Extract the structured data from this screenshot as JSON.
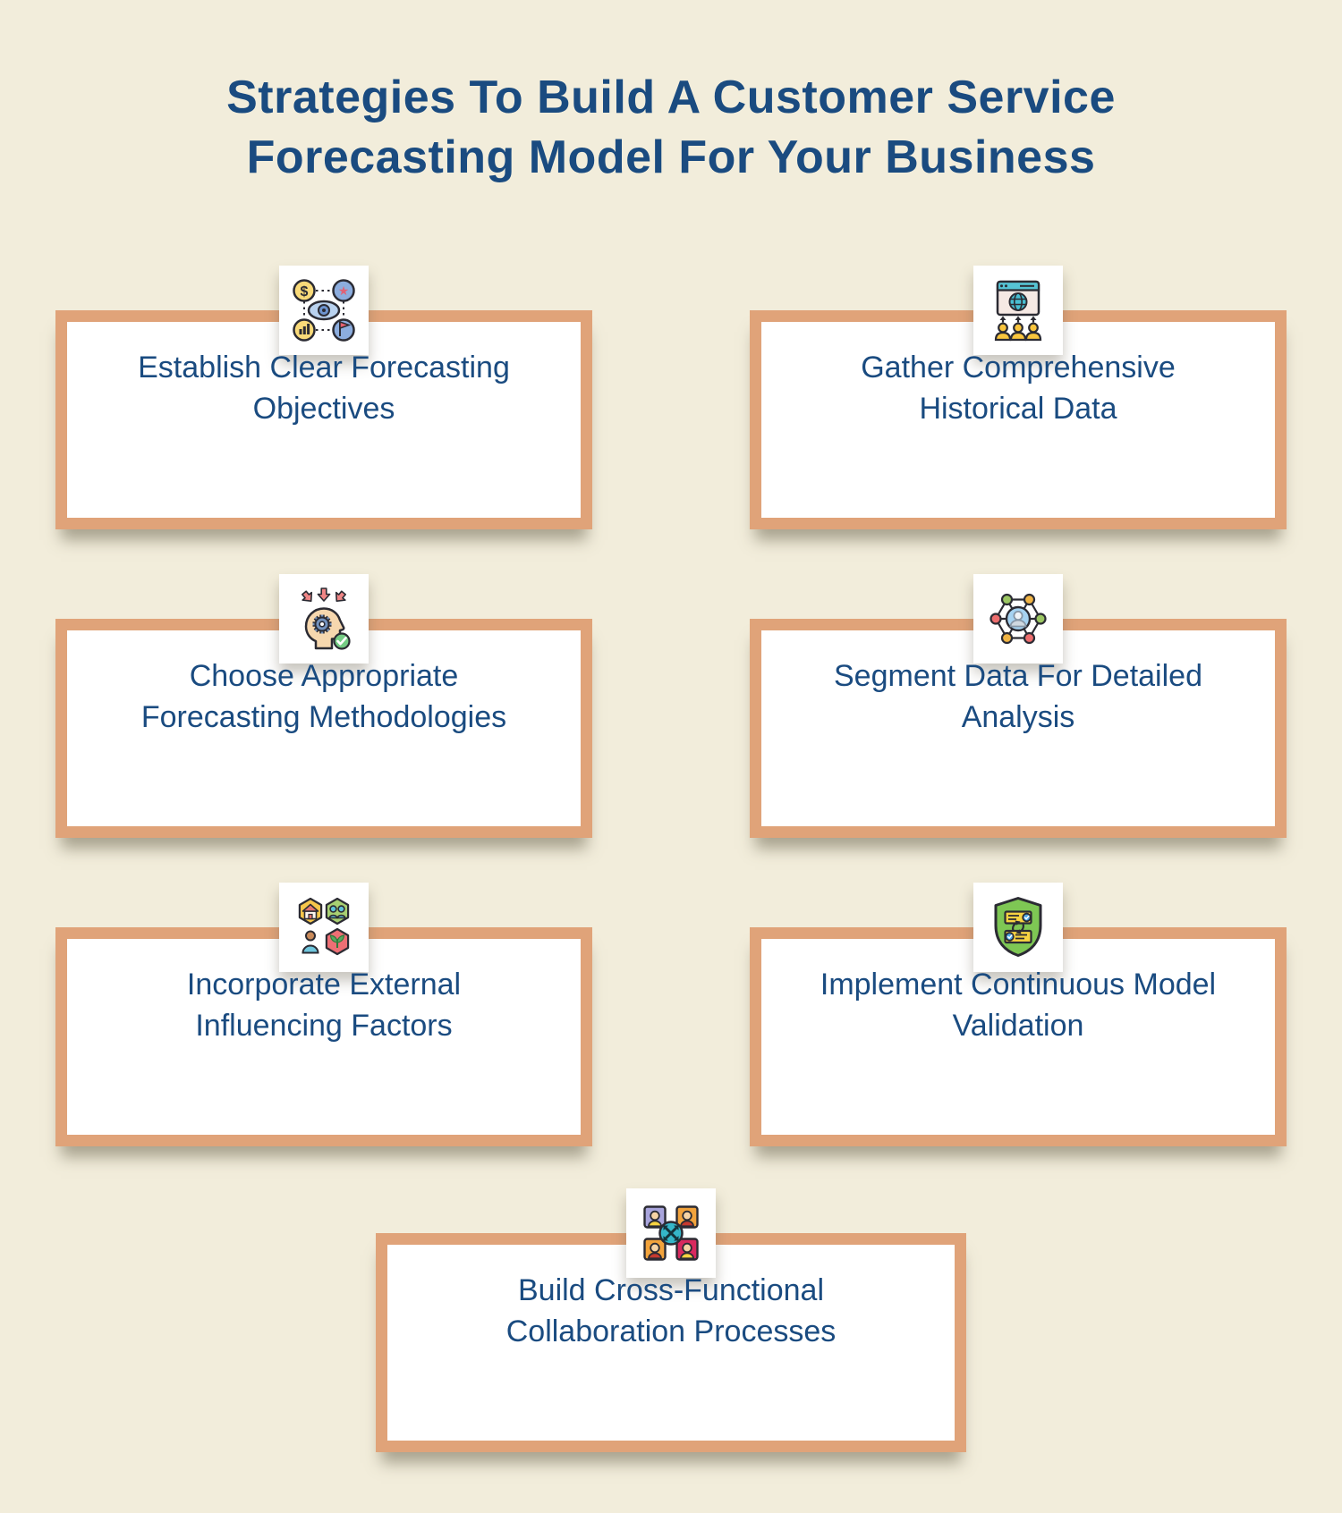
{
  "title": {
    "line1": "Strategies To Build A Customer Service",
    "line2": "Forecasting Model For Your Business"
  },
  "colors": {
    "background": "#f2eddb",
    "card_border": "#e0a379",
    "card_bg": "#ffffff",
    "text": "#1a4b80"
  },
  "cards": [
    {
      "icon": "objectives-icon",
      "line1": "Establish Clear Forecasting",
      "line2": "Objectives"
    },
    {
      "icon": "data-gathering-icon",
      "line1": "Gather Comprehensive",
      "line2": "Historical Data"
    },
    {
      "icon": "methodology-icon",
      "line1": "Choose Appropriate",
      "line2": "Forecasting Methodologies"
    },
    {
      "icon": "segmentation-icon",
      "line1": "Segment Data For Detailed",
      "line2": "Analysis"
    },
    {
      "icon": "external-factors-icon",
      "line1": "Incorporate External",
      "line2": "Influencing Factors"
    },
    {
      "icon": "validation-icon",
      "line1": "Implement Continuous Model",
      "line2": "Validation"
    },
    {
      "icon": "collaboration-icon",
      "line1": "Build Cross-Functional",
      "line2": "Collaboration Processes"
    }
  ]
}
